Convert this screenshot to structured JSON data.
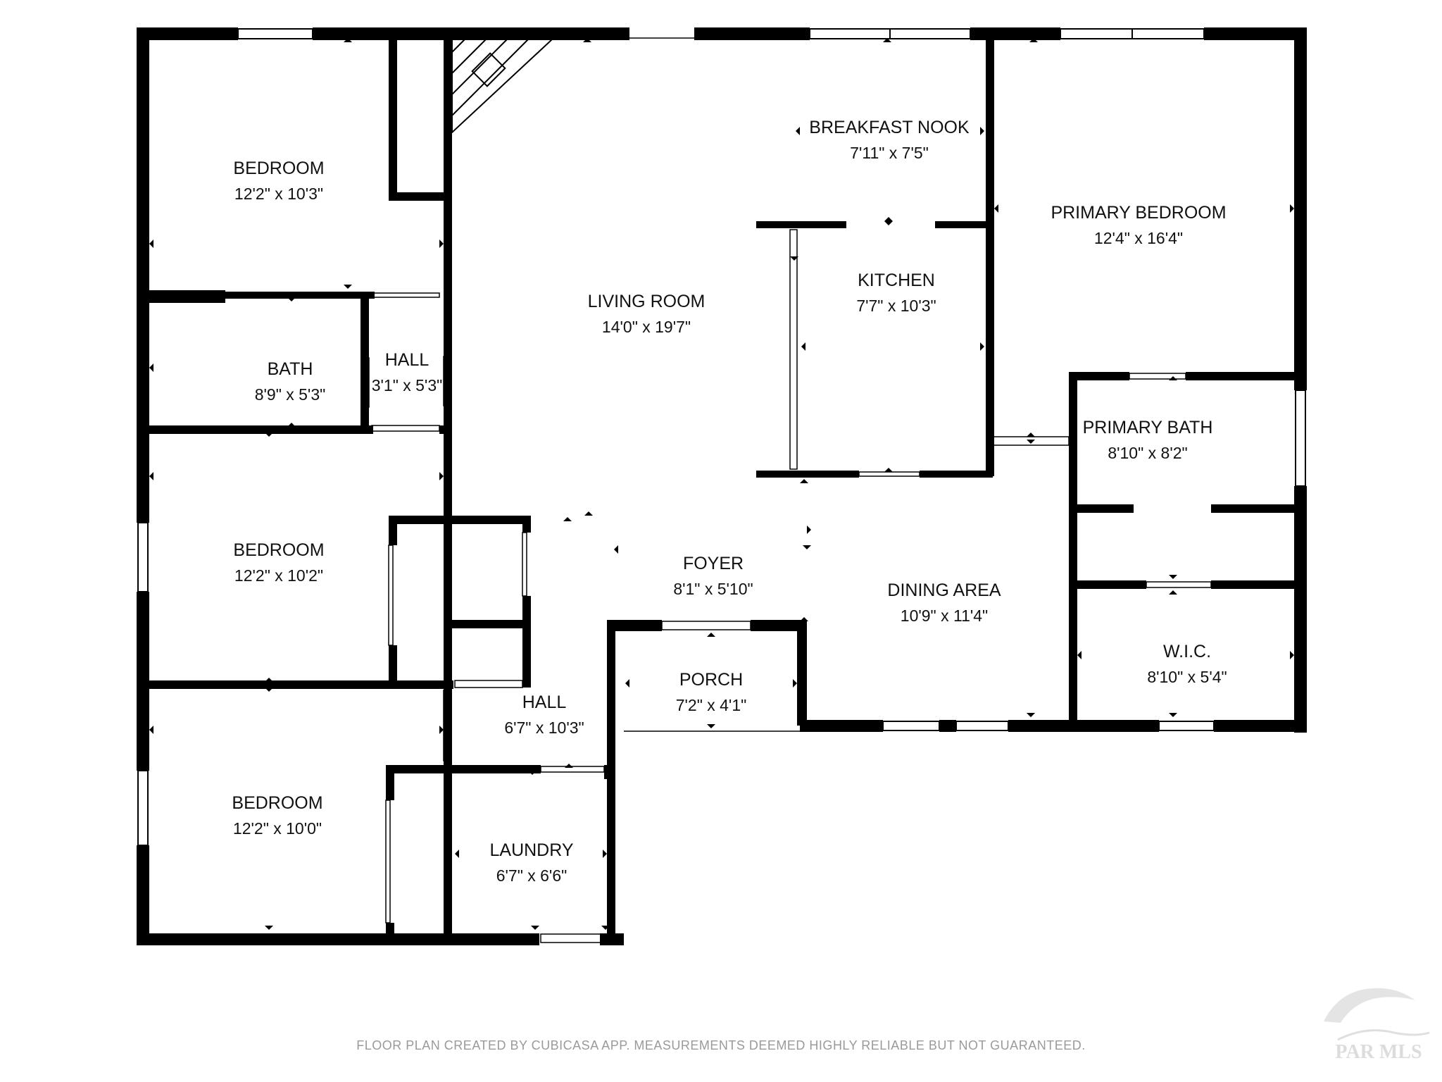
{
  "rooms": [
    {
      "id": "bedroom-1",
      "name": "BEDROOM",
      "dims": "12'2\" x 10'3\""
    },
    {
      "id": "bath",
      "name": "BATH",
      "dims": "8'9\" x 5'3\""
    },
    {
      "id": "hall-1",
      "name": "HALL",
      "dims": "3'1\" x 5'3\""
    },
    {
      "id": "bedroom-2",
      "name": "BEDROOM",
      "dims": "12'2\" x 10'2\""
    },
    {
      "id": "bedroom-3",
      "name": "BEDROOM",
      "dims": "12'2\" x 10'0\""
    },
    {
      "id": "hall-2",
      "name": "HALL",
      "dims": "6'7\" x 10'3\""
    },
    {
      "id": "laundry",
      "name": "LAUNDRY",
      "dims": "6'7\" x 6'6\""
    },
    {
      "id": "living-room",
      "name": "LIVING ROOM",
      "dims": "14'0\" x 19'7\""
    },
    {
      "id": "breakfast-nook",
      "name": "BREAKFAST NOOK",
      "dims": "7'11\" x 7'5\""
    },
    {
      "id": "kitchen",
      "name": "KITCHEN",
      "dims": "7'7\" x 10'3\""
    },
    {
      "id": "foyer",
      "name": "FOYER",
      "dims": "8'1\" x 5'10\""
    },
    {
      "id": "porch",
      "name": "PORCH",
      "dims": "7'2\" x 4'1\""
    },
    {
      "id": "dining-area",
      "name": "DINING AREA",
      "dims": "10'9\" x 11'4\""
    },
    {
      "id": "primary-bedroom",
      "name": "PRIMARY BEDROOM",
      "dims": "12'4\" x 16'4\""
    },
    {
      "id": "primary-bath",
      "name": "PRIMARY BATH",
      "dims": "8'10\" x 8'2\""
    },
    {
      "id": "wic",
      "name": "W.I.C.",
      "dims": "8'10\" x 5'4\""
    }
  ],
  "footer": {
    "disclaimer": "FLOOR PLAN CREATED BY CUBICASA APP. MEASUREMENTS DEEMED HIGHLY RELIABLE BUT NOT GUARANTEED."
  },
  "watermark": {
    "text": "PAR MLS"
  },
  "colors": {
    "wall": "#000000",
    "window": "#ffffff",
    "text": "#111111",
    "footer": "#9a9a9a"
  }
}
